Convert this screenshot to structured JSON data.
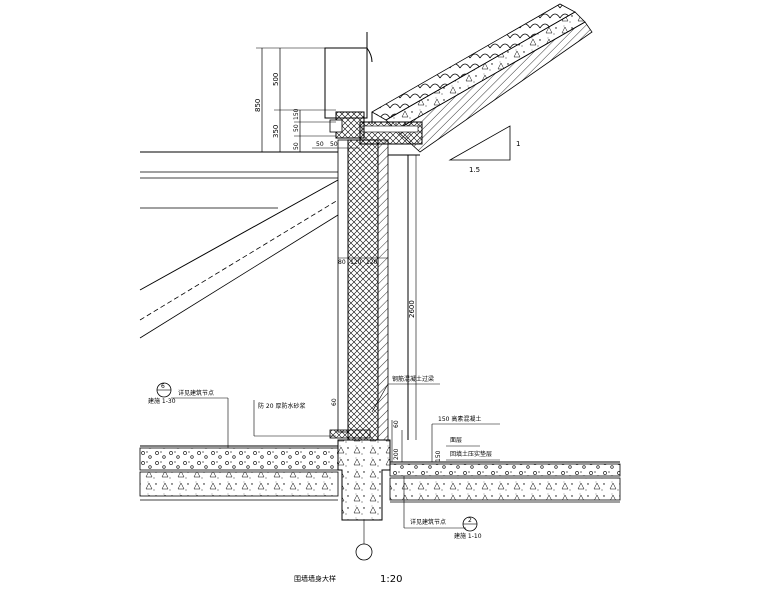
{
  "dimensions": {
    "d850": "850",
    "d500": "500",
    "d350": "350",
    "d150": "150",
    "d50a": "50",
    "d50b": "50",
    "d50c": "50",
    "d50d": "50",
    "d80": "80",
    "d120a": "120",
    "d120b": "120",
    "d2600": "2600",
    "d60a": "60",
    "d60b": "60",
    "d150b": "150",
    "d200": "200"
  },
  "slope": {
    "rise": "1",
    "run": "1.5"
  },
  "callouts": {
    "left_note": "详见建筑节点",
    "left_ref_num": "6",
    "left_ref_sheet": "建施 1-30",
    "wall_note": "防 20 厚防水砂浆",
    "right_top_note": "钢筋混凝土过梁",
    "right_mid_note": "150 高素混凝土",
    "right_label_a": "面层",
    "right_label_b": "回填土压实垫层",
    "bottom_note": "详见建筑节点",
    "bottom_ref_num": "2",
    "bottom_ref_sheet": "建施 1-10"
  },
  "caption": {
    "title": "围墙墙身大样",
    "scale": "1:20"
  }
}
